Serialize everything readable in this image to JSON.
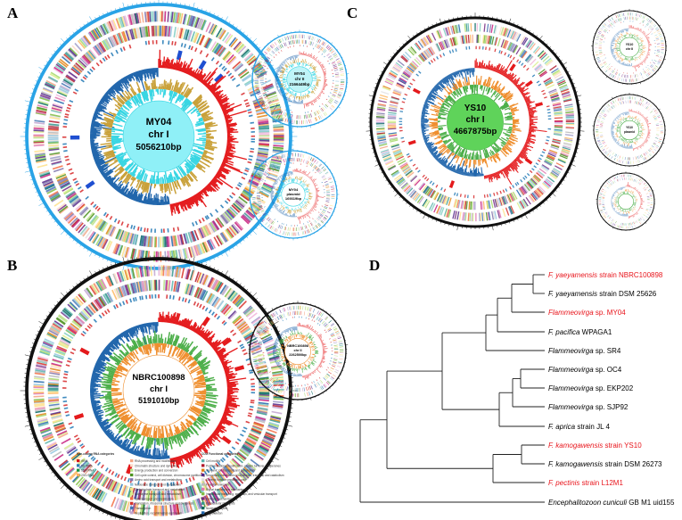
{
  "panels": {
    "A": {
      "label": "A",
      "main": {
        "line1": "MY04",
        "line2": "chr I",
        "line3": "5056210bp"
      },
      "small": [
        {
          "line1": "MY04",
          "line2": "chr II",
          "line3": "2166449bp"
        },
        {
          "line1": "MY04",
          "line2": "plasmid",
          "line3": "169319bp"
        }
      ]
    },
    "B": {
      "label": "B",
      "main": {
        "line1": "NBRC100898",
        "line2": "chr I",
        "line3": "5191010bp"
      },
      "small": [
        {
          "line1": "NBRC100898",
          "line2": "chr II",
          "line3": "2262500bp"
        }
      ]
    },
    "C": {
      "label": "C",
      "main": {
        "line1": "YS10",
        "line2": "chr I",
        "line3": "4667875bp"
      },
      "small": [
        {
          "line1": "YS10",
          "line2": "chr II",
          "line3": ""
        },
        {
          "line1": "YS10",
          "line2": "plasmid",
          "line3": ""
        },
        {
          "line1": "",
          "line2": "",
          "line3": ""
        }
      ]
    },
    "D": {
      "label": "D"
    }
  },
  "legend": {
    "rna_title": "Non-coding RNA categories",
    "rna": [
      {
        "label": "tRNA",
        "color": "#d7191c"
      },
      {
        "label": "5S rRNA",
        "color": "#2c7bb6"
      },
      {
        "label": "16S rRNA",
        "color": "#1a9641"
      },
      {
        "label": "23S rRNA",
        "color": "#fdae61"
      }
    ],
    "cog_title": "COG Functional categories",
    "cog_col1": [
      {
        "label": "RNA processing and modification",
        "color": "#f4a582"
      },
      {
        "label": "Chromatin structure and dynamics",
        "color": "#fddbc7"
      },
      {
        "label": "Energy production and conversion",
        "color": "#b8e186"
      },
      {
        "label": "Cell cycle control, cell division, chromosome partitioning",
        "color": "#4d9221"
      },
      {
        "label": "Amino acid transport and metabolism",
        "color": "#8073ac"
      },
      {
        "label": "Nucleotide transport and metabolism",
        "color": "#92c5de"
      },
      {
        "label": "Carbohydrate transport and metabolism",
        "color": "#fee08b"
      },
      {
        "label": "Coenzyme transport and metabolism",
        "color": "#d9ef8b"
      },
      {
        "label": "Lipid transport and metabolism",
        "color": "#f46d43"
      },
      {
        "label": "Translation, ribosomal structure and biogenesis",
        "color": "#d73027"
      },
      {
        "label": "Transcription",
        "color": "#4575b4"
      },
      {
        "label": "Replication, recombination and repair",
        "color": "#c2a5cf"
      }
    ],
    "cog_col2": [
      {
        "label": "Cell motility",
        "color": "#5ab4ac"
      },
      {
        "label": "Posttranslational modification, protein turnover, chaperones",
        "color": "#b2182b"
      },
      {
        "label": "Inorganic ion transport and metabolism",
        "color": "#e08214"
      },
      {
        "label": "Secondary metabolites biosynthesis, transport and catabolism",
        "color": "#542788"
      },
      {
        "label": "General function prediction only",
        "color": "#e0e0e0"
      },
      {
        "label": "Function unknown",
        "color": "#bababa"
      },
      {
        "label": "Signal transduction mechanisms",
        "color": "#de77ae"
      },
      {
        "label": "Intracellular trafficking, secretion, and vesicular transport",
        "color": "#7fbc41"
      },
      {
        "label": "Defense mechanisms",
        "color": "#762a83"
      },
      {
        "label": "Extracellular structures",
        "color": "#35978f"
      },
      {
        "label": "Nuclear structure",
        "color": "#01665e"
      },
      {
        "label": "Cytoskeleton",
        "color": "#2166ac"
      }
    ]
  },
  "tree": {
    "taxa": [
      {
        "italic": "F. yaeyamensis",
        "rest": " strain NBRC100898",
        "highlight": true
      },
      {
        "italic": "F. yaeyamensis",
        "rest": " strain DSM 25626",
        "highlight": false
      },
      {
        "italic": "Flammeovirga",
        "rest": " sp. MY04",
        "highlight": true
      },
      {
        "italic": "F. pacifica",
        "rest": " WPAGA1",
        "highlight": false
      },
      {
        "italic": "Flammeovirga",
        "rest": " sp. SR4",
        "highlight": false
      },
      {
        "italic": "Flammeovirga",
        "rest": " sp. OC4",
        "highlight": false
      },
      {
        "italic": "Flammeovirga",
        "rest": " sp. EKP202",
        "highlight": false
      },
      {
        "italic": "Flammeovirga",
        "rest": " sp. SJP92",
        "highlight": false
      },
      {
        "italic": "F. aprica",
        "rest": " strain JL 4",
        "highlight": false
      },
      {
        "italic": "F. kamogawensis",
        "rest": " strain YS10",
        "highlight": true
      },
      {
        "italic": "F. kamogawensis",
        "rest": " strain DSM 26273",
        "highlight": false
      },
      {
        "italic": "F. pectinis",
        "rest": " strain L12M1",
        "highlight": true
      },
      {
        "italic": "Encephalitozoon cuniculi",
        "rest": " GB M1 uid155",
        "highlight": false
      }
    ],
    "highlight_color": "#e8141b",
    "normal_color": "#000000"
  },
  "colors": {
    "blue_ring": "#29a3e6",
    "red_skew": "#e41a1c",
    "blue_skew": "#2166ac",
    "gc_tan": "#c9a13a",
    "gc_cyan": "#39d6e3",
    "gc_green": "#4daf4a",
    "gc_orange": "#ef8f2f"
  }
}
